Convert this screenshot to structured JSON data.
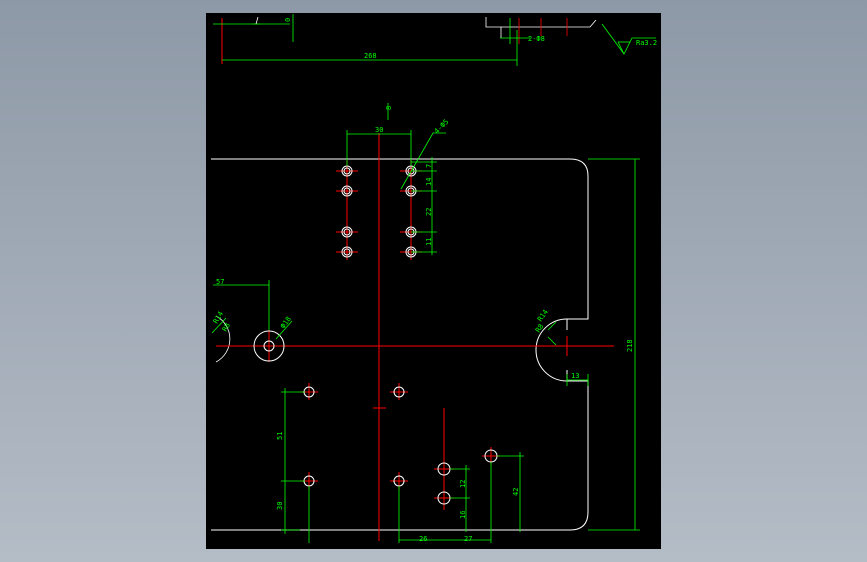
{
  "colors": {
    "background": "#000000",
    "outline": "#ffffff",
    "centerline": "#ff0000",
    "dimension": "#00ff00",
    "hole": "#ffffff"
  },
  "icons": [
    "roughness-symbol-icon"
  ],
  "dimensions": {
    "top_left_0": "0",
    "overall_width": "268",
    "top_right_spec": "2-Ф8",
    "roughness": "Ra3.2",
    "top_8": "8",
    "spacing_30": "30",
    "hole_spec": "4-Ф5",
    "v_7": "7",
    "v_14": "14",
    "v_22": "22",
    "v_11": "11",
    "left_57": "57",
    "left_r14": "R14",
    "left_r8": "R8",
    "left_d18": "Ф18",
    "right_r14": "R14",
    "right_r8": "R8",
    "right_13": "13",
    "overall_height": "218",
    "v_51": "51",
    "v_30": "30",
    "h_26": "26",
    "h_27": "27",
    "v_12": "12",
    "v_16": "16",
    "v_42": "42"
  }
}
